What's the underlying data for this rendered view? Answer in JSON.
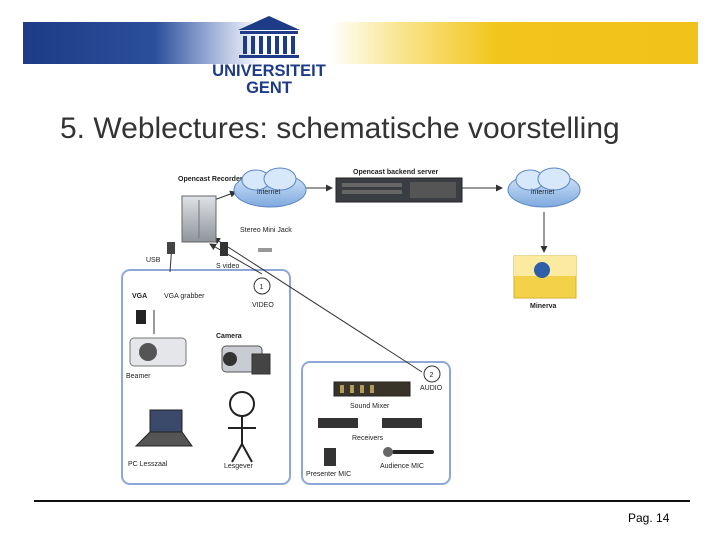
{
  "header": {
    "logo_line1": "UNIVERSITEIT",
    "logo_line2": "GENT",
    "brand_blue": "#1d3b86",
    "brand_yellow": "#f2c51c"
  },
  "slide": {
    "title": "5. Weblectures: schematische voorstelling",
    "page_label": "Pag. 14"
  },
  "diagram": {
    "recorder": "Opencast Recorder",
    "backend": "Opencast backend server",
    "internet_1": "internet",
    "internet_2": "internet",
    "minerva": "Minerva",
    "usb": "USB",
    "svideo": "S video",
    "stereo_jack": "Stereo Mini Jack",
    "video_num": "1",
    "video_label": "VIDEO",
    "vga": "VGA",
    "vga_grabber": "VGA grabber",
    "camera": "Camera",
    "beamer": "Beamer",
    "pc": "PC Lesszaal",
    "lesgever": "Lesgever",
    "audio_num": "2",
    "audio_label": "AUDIO",
    "sound_mixer": "Sound Mixer",
    "receivers": "Receivers",
    "presenter_mic": "Presenter MIC",
    "audience_mic": "Audience MIC"
  }
}
